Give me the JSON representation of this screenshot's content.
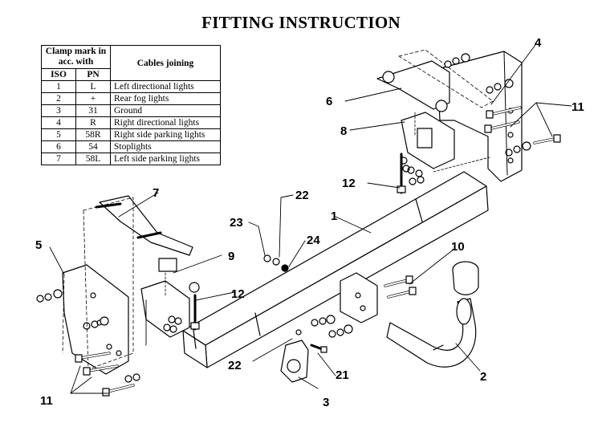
{
  "title": "FITTING INSTRUCTION",
  "table": {
    "header_clamp": "Clamp mark in acc. with",
    "header_cables": "Cables joining",
    "header_iso": "ISO",
    "header_pn": "PN",
    "rows": [
      {
        "iso": "1",
        "pn": "L",
        "desc": "Left directional lights"
      },
      {
        "iso": "2",
        "pn": "+",
        "desc": "Rear fog lights"
      },
      {
        "iso": "3",
        "pn": "31",
        "desc": "Ground"
      },
      {
        "iso": "4",
        "pn": "R",
        "desc": "Right directional lights"
      },
      {
        "iso": "5",
        "pn": "58R",
        "desc": "Right side parking lights"
      },
      {
        "iso": "6",
        "pn": "54",
        "desc": "Stoplights"
      },
      {
        "iso": "7",
        "pn": "58L",
        "desc": "Left side parking lights"
      }
    ]
  },
  "labels": {
    "p1": "1",
    "p2": "2",
    "p3": "3",
    "p4": "4",
    "p5": "5",
    "p6": "6",
    "p7": "7",
    "p8": "8",
    "p9": "9",
    "p10": "10",
    "p11a": "11",
    "p11b": "11",
    "p12a": "12",
    "p12b": "12",
    "p21": "21",
    "p22a": "22",
    "p22b": "22",
    "p23": "23",
    "p24": "24"
  }
}
